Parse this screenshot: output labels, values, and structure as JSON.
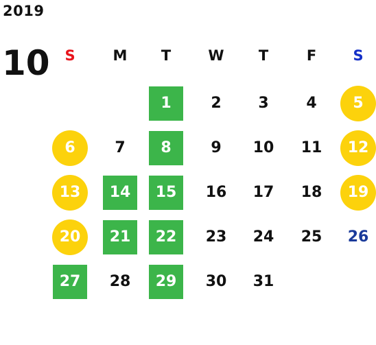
{
  "calendar": {
    "year": "2019",
    "month": "10",
    "weekdays": [
      {
        "label": "S",
        "color": "#e8141c"
      },
      {
        "label": "M",
        "color": "#111111"
      },
      {
        "label": "T",
        "color": "#111111"
      },
      {
        "label": "W",
        "color": "#111111"
      },
      {
        "label": "T",
        "color": "#111111"
      },
      {
        "label": "F",
        "color": "#111111"
      },
      {
        "label": "S",
        "color": "#1530c8"
      }
    ],
    "first_weekday_index": 2,
    "days_in_month": 31,
    "highlights": {
      "green_days": [
        1,
        8,
        14,
        15,
        21,
        22,
        27,
        29
      ],
      "yellow_days": [
        5,
        6,
        12,
        13,
        19,
        20
      ],
      "blue_text_days": [
        26
      ]
    },
    "colors": {
      "green": "#3cb54a",
      "yellow": "#fcd20c",
      "blue_text": "#1a3a9a",
      "default_text": "#111111"
    }
  }
}
